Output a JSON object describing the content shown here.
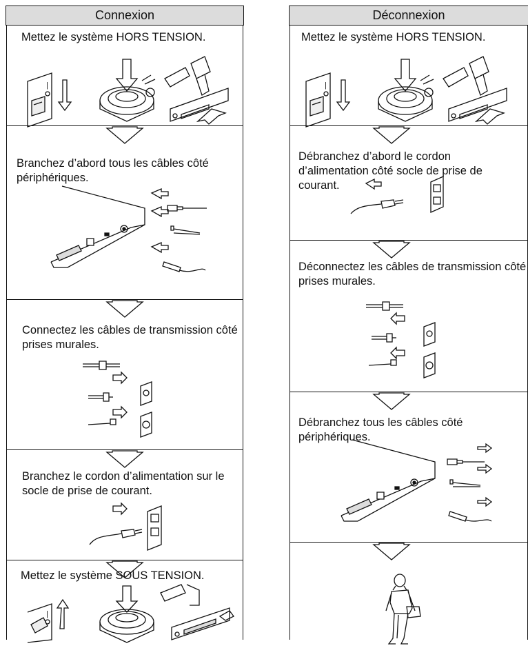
{
  "connect": {
    "title": "Connexion",
    "steps": [
      {
        "text": "Mettez le système HORS TENSION."
      },
      {
        "text": "Branchez d’abord tous les câbles côté périphériques."
      },
      {
        "text": "Connectez les câbles de transmission côté prises murales."
      },
      {
        "text": "Branchez le cordon d’alimentation sur le socle de prise de courant."
      },
      {
        "text": "Mettez le système SOUS TENSION."
      }
    ]
  },
  "disconnect": {
    "title": "Déconnexion",
    "steps": [
      {
        "text": "Mettez le système HORS TENSION."
      },
      {
        "text": "Débranchez d’abord le cordon d’alimentation côté socle de prise de courant."
      },
      {
        "text": "Déconnectez les câbles de transmission côté prises murales."
      },
      {
        "text": "Débranchez tous les câbles côté périphériques."
      },
      {
        "text": ""
      }
    ]
  }
}
